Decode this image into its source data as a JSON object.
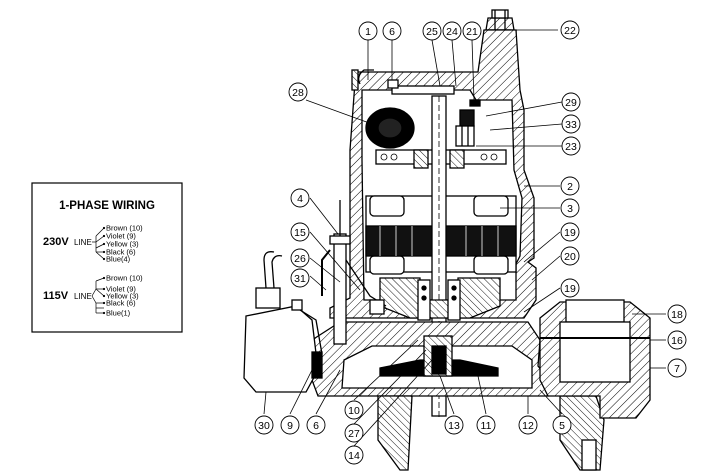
{
  "wiring": {
    "title": "1-PHASE WIRING",
    "v230": {
      "voltage": "230V",
      "line": "LINE",
      "wires": [
        "Brown (10)",
        "Violet (9)",
        "Yellow (3)",
        "Black (6)",
        "Blue(4)"
      ]
    },
    "v115": {
      "voltage": "115V",
      "line": "LINE",
      "wires": [
        "Brown (10)",
        "Violet (9)",
        "Yellow (3)",
        "Black (6)",
        "Blue(1)"
      ]
    }
  },
  "callouts": [
    {
      "id": "c1",
      "label": "1"
    },
    {
      "id": "c6a",
      "label": "6"
    },
    {
      "id": "c25",
      "label": "25"
    },
    {
      "id": "c24",
      "label": "24"
    },
    {
      "id": "c21",
      "label": "21"
    },
    {
      "id": "c22",
      "label": "22"
    },
    {
      "id": "c28",
      "label": "28"
    },
    {
      "id": "c29",
      "label": "29"
    },
    {
      "id": "c33",
      "label": "33"
    },
    {
      "id": "c23",
      "label": "23"
    },
    {
      "id": "c2",
      "label": "2"
    },
    {
      "id": "c3",
      "label": "3"
    },
    {
      "id": "c4",
      "label": "4"
    },
    {
      "id": "c15",
      "label": "15"
    },
    {
      "id": "c26",
      "label": "26"
    },
    {
      "id": "c31",
      "label": "31"
    },
    {
      "id": "c19a",
      "label": "19"
    },
    {
      "id": "c20",
      "label": "20"
    },
    {
      "id": "c19b",
      "label": "19"
    },
    {
      "id": "c18",
      "label": "18"
    },
    {
      "id": "c16",
      "label": "16"
    },
    {
      "id": "c7",
      "label": "7"
    },
    {
      "id": "c30",
      "label": "30"
    },
    {
      "id": "c9",
      "label": "9"
    },
    {
      "id": "c6b",
      "label": "6"
    },
    {
      "id": "c10",
      "label": "10"
    },
    {
      "id": "c27",
      "label": "27"
    },
    {
      "id": "c14",
      "label": "14"
    },
    {
      "id": "c13",
      "label": "13"
    },
    {
      "id": "c11",
      "label": "11"
    },
    {
      "id": "c12",
      "label": "12"
    },
    {
      "id": "c5",
      "label": "5"
    }
  ]
}
